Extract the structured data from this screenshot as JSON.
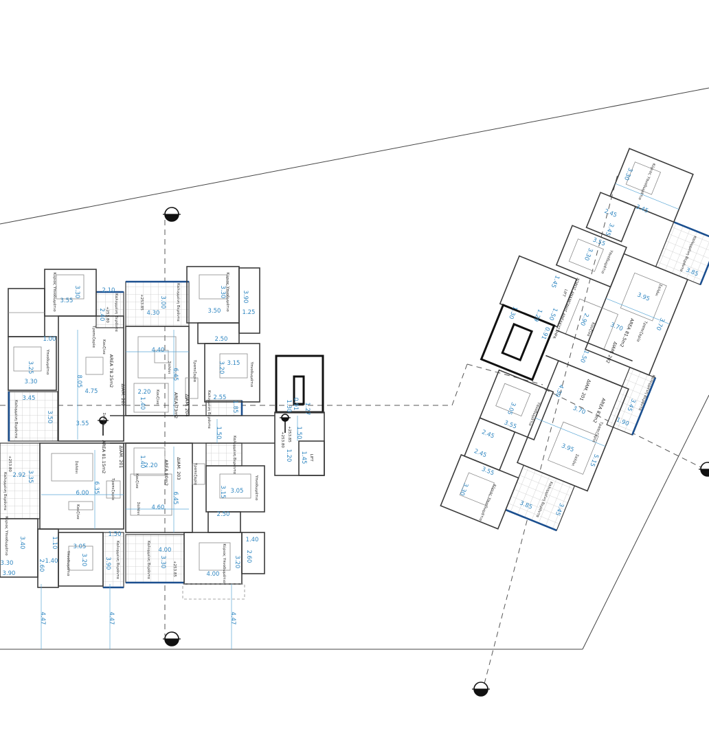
{
  "labels": {
    "bedroom": "Υπνοδωμάτιο",
    "master_bedroom": "Κύριος Υπνοδωμάτιο",
    "covered_veranda": "Καλυμμένη Βεράντα",
    "living": "Σαλόνι",
    "dining": "Τραπεζαρία",
    "kitchen": "Κουζίνα",
    "lift": "LIFT",
    "lift_lobby": "ΧΩΡΟΣ ΑΝΑΜΟΝΗΣ ΑΝΕΛΚΥΣΤΗΡΑ",
    "level_a": "+253.80",
    "level_b": "+253.85"
  },
  "left_block": {
    "apartments": [
      {
        "name": "ΔΙΑΜ. 202",
        "area": "AREA 78.25m2"
      },
      {
        "name": "ΔΙΑΜ. 204",
        "area": "AREA 73m2"
      },
      {
        "name": "ΔΙΑΜ. 201",
        "area": "AREA 81.15m2"
      },
      {
        "name": "ΔΙΑΜ. 203",
        "area": "AREA 80m2"
      }
    ],
    "dimensions": [
      "3.55",
      "3.30",
      "2.10",
      "2.40",
      "3.00",
      "4.30",
      "3.50",
      "3.30",
      "3.90",
      "1.25",
      "1.00",
      "3.25",
      "3.30",
      "8.05",
      "4.75",
      "4.40",
      "6.45",
      "2.50",
      "3.15",
      "3.20",
      "2.20",
      "1.40",
      "2.55",
      "1.85",
      "3.45",
      "3.50",
      "3.55",
      "1.50",
      "1.50",
      "1.30",
      "0.91",
      "1.27",
      "1.45",
      "1.20",
      "2.92",
      "3.35",
      "6.00",
      "6.35",
      "1.40",
      "2.20",
      "6.45",
      "4.60",
      "3.15",
      "3.05",
      "2.50",
      "1.10",
      "3.40",
      "3.30",
      "3.05",
      "3.20",
      "1.50",
      "3.90",
      "1.40",
      "2.60",
      "3.90",
      "4.00",
      "3.30",
      "1.40",
      "2.60",
      "3.20",
      "4.00",
      "4.47",
      "4.47",
      "4.47"
    ]
  },
  "right_block": {
    "apartments": [
      {
        "name": "ΔΙΑΜ. 202",
        "area": "AREA 81.5m2"
      },
      {
        "name": "ΔΙΑΜ. 201",
        "area": "AREA 83m2"
      }
    ],
    "dimensions": [
      "3.30",
      "3.45",
      "2.45",
      "3.45",
      "3.85",
      "3.55",
      "3.30",
      "3.95",
      "3.70",
      "2.90",
      "3.70",
      "1.50",
      "1.45",
      "1.50",
      "1.29",
      "1.30",
      "0.91",
      "3.70",
      "4.30",
      "3.45",
      "1.90",
      "3.55",
      "3.05",
      "3.95",
      "5.15",
      "2.45",
      "2.45",
      "3.55",
      "3.30",
      "3.85",
      "3.45"
    ]
  },
  "colors": {
    "dimension": "#2f86c1",
    "veranda_edge": "#1b4f8f",
    "wall": "#3a3a3a"
  }
}
